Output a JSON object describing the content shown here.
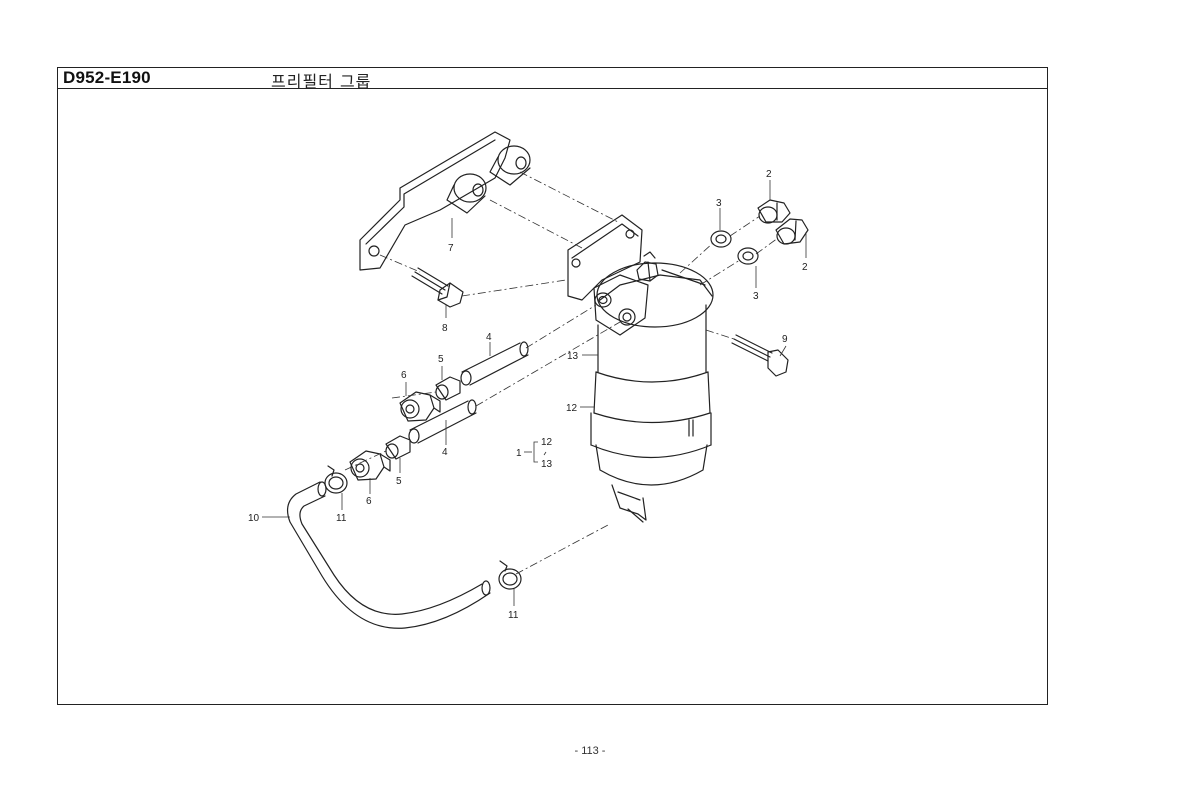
{
  "header": {
    "code": "D952-E190",
    "title": "프리필터 그룹"
  },
  "callouts": {
    "c1": "1",
    "c2a": "2",
    "c2b": "2",
    "c3a": "3",
    "c3b": "3",
    "c4a": "4",
    "c4b": "4",
    "c5a": "5",
    "c5b": "5",
    "c6a": "6",
    "c6b": "6",
    "c7": "7",
    "c8": "8",
    "c9": "9",
    "c10": "10",
    "c11a": "11",
    "c11b": "11",
    "c12a": "12",
    "c12b": "12",
    "c13a": "13",
    "c13b": "13"
  },
  "footer": {
    "page": "- 113 -"
  }
}
